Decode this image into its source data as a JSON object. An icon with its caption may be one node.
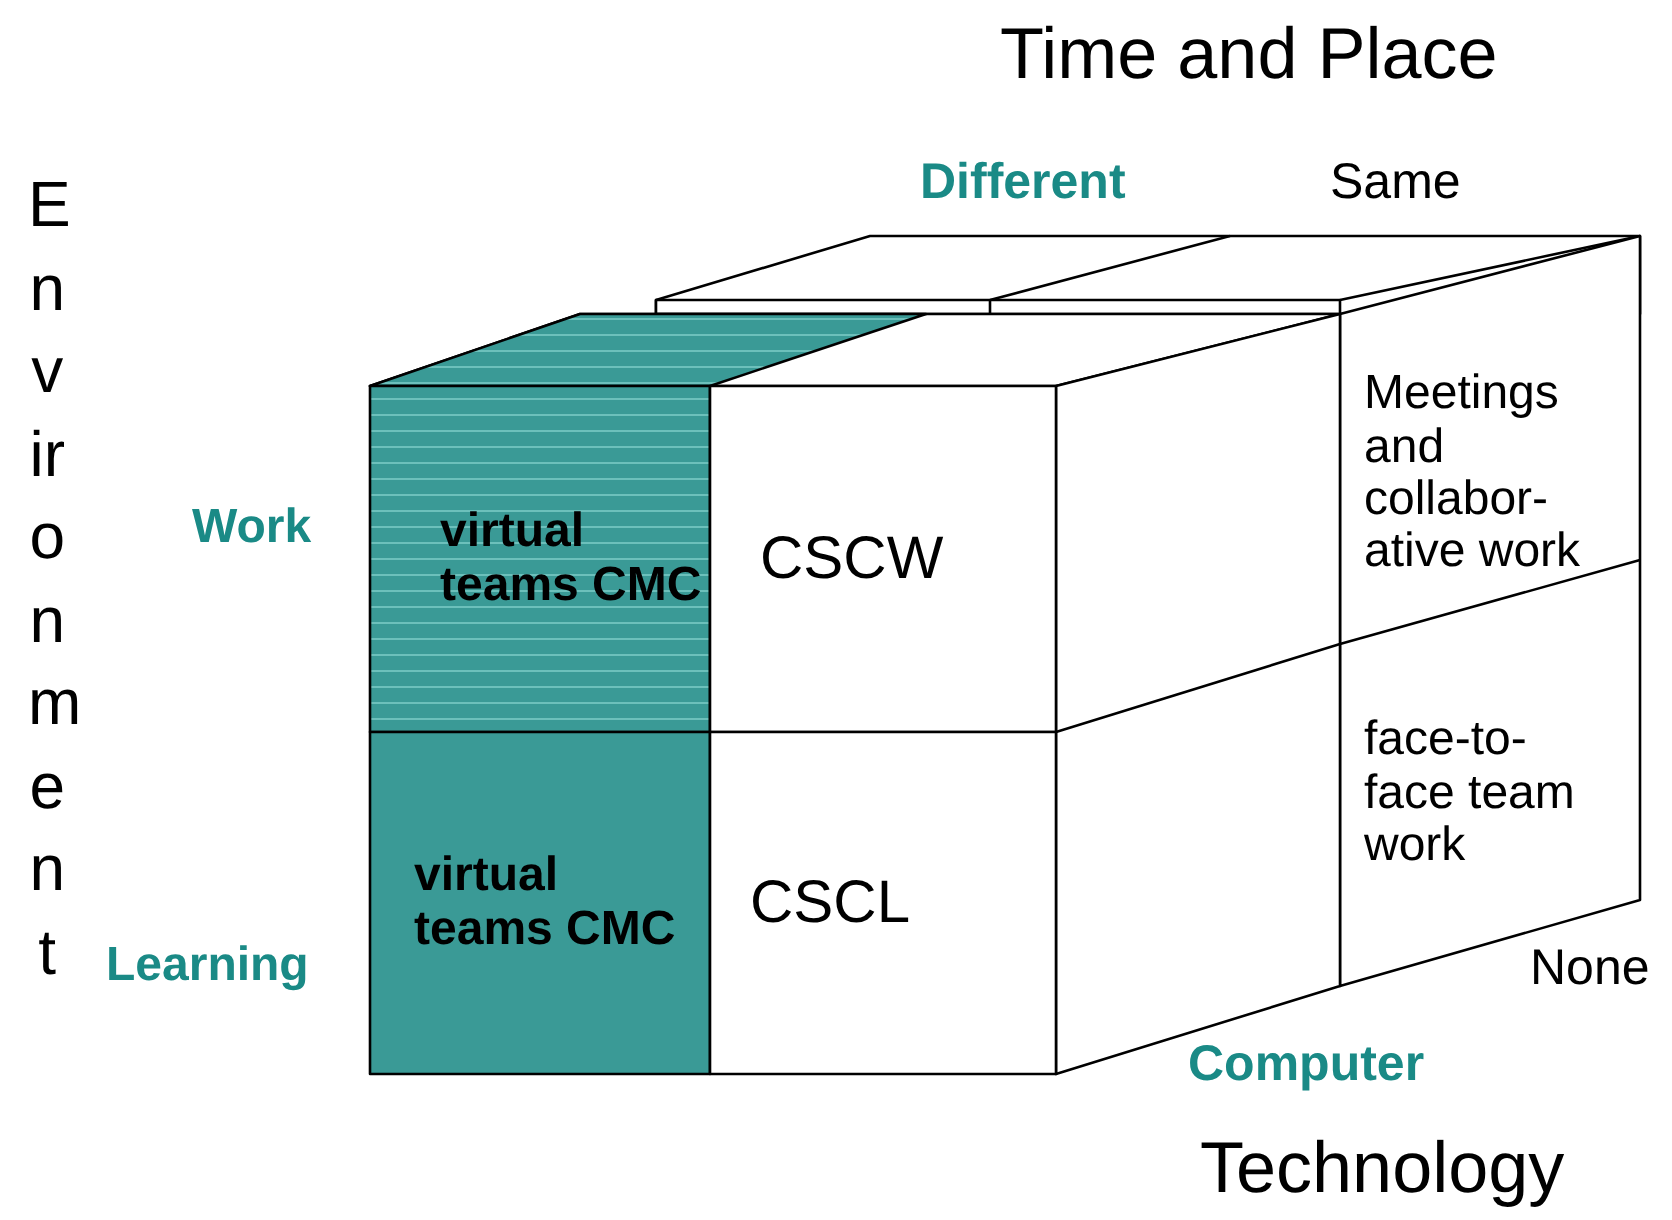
{
  "diagram": {
    "nodes": [
      {
        "text": [
          "virtual teams CMC"
        ]
      },
      {
        "text": [
          "CSCW"
        ]
      },
      {
        "text": [
          "Meetings and collabor- ative work"
        ]
      },
      {
        "text": [
          "virtual teams CMC"
        ]
      },
      {
        "text": [
          "CSCL"
        ]
      },
      {
        "text": [
          "face-to- face team work"
        ]
      }
    ],
    "edges": [],
    "labels": [
      "Time and Place",
      "Different",
      "Same",
      "Environment",
      "Work",
      "Learning",
      "None",
      "Computer",
      "Technology"
    ]
  }
}
